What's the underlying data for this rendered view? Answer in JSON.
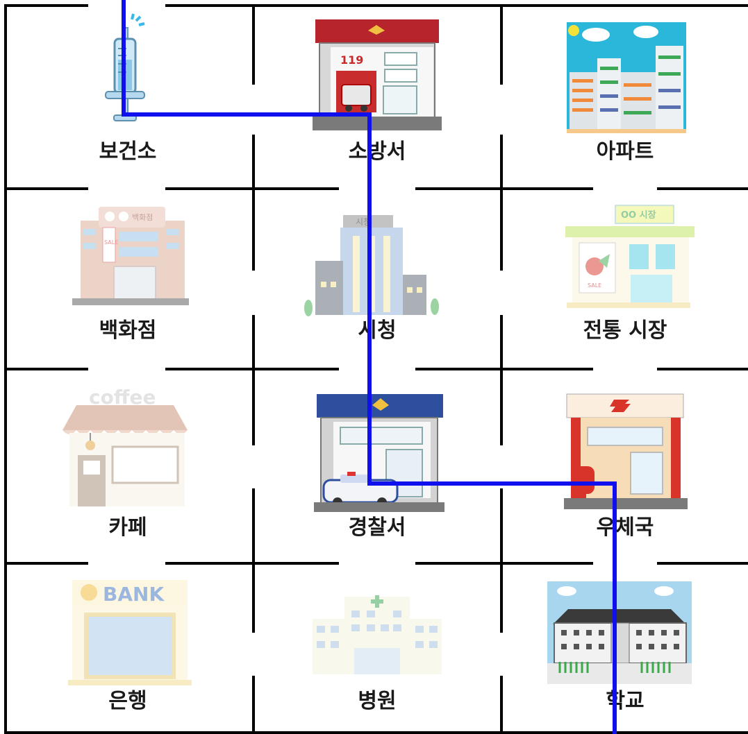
{
  "grid": {
    "rows": 4,
    "cols": 3,
    "cells": [
      {
        "label": "보건소",
        "icon": "syringe-icon",
        "faded": false
      },
      {
        "label": "소방서",
        "icon": "fire-station-icon",
        "faded": false
      },
      {
        "label": "아파트",
        "icon": "apartment-icon",
        "faded": false
      },
      {
        "label": "백화점",
        "icon": "department-store-icon",
        "faded": true
      },
      {
        "label": "시청",
        "icon": "city-hall-icon",
        "faded": true
      },
      {
        "label": "전통 시장",
        "icon": "market-icon",
        "faded": true
      },
      {
        "label": "카페",
        "icon": "cafe-icon",
        "faded": true
      },
      {
        "label": "경찰서",
        "icon": "police-station-icon",
        "faded": false
      },
      {
        "label": "우체국",
        "icon": "post-office-icon",
        "faded": false
      },
      {
        "label": "은행",
        "icon": "bank-icon",
        "faded": true
      },
      {
        "label": "병원",
        "icon": "hospital-icon",
        "faded": true
      },
      {
        "label": "학교",
        "icon": "school-icon",
        "faded": false
      }
    ]
  },
  "icon_text": {
    "fire_number": "119",
    "sale": "SALE",
    "store_sign": "백화점",
    "city_hall_sign": "시청",
    "market_sign": "OO 시장",
    "coffee": "coffee",
    "bank": "BANK"
  },
  "path": {
    "color": "#1010ee",
    "route": [
      "보건소",
      "소방서",
      "시청",
      "경찰서",
      "우체국",
      "학교"
    ]
  }
}
